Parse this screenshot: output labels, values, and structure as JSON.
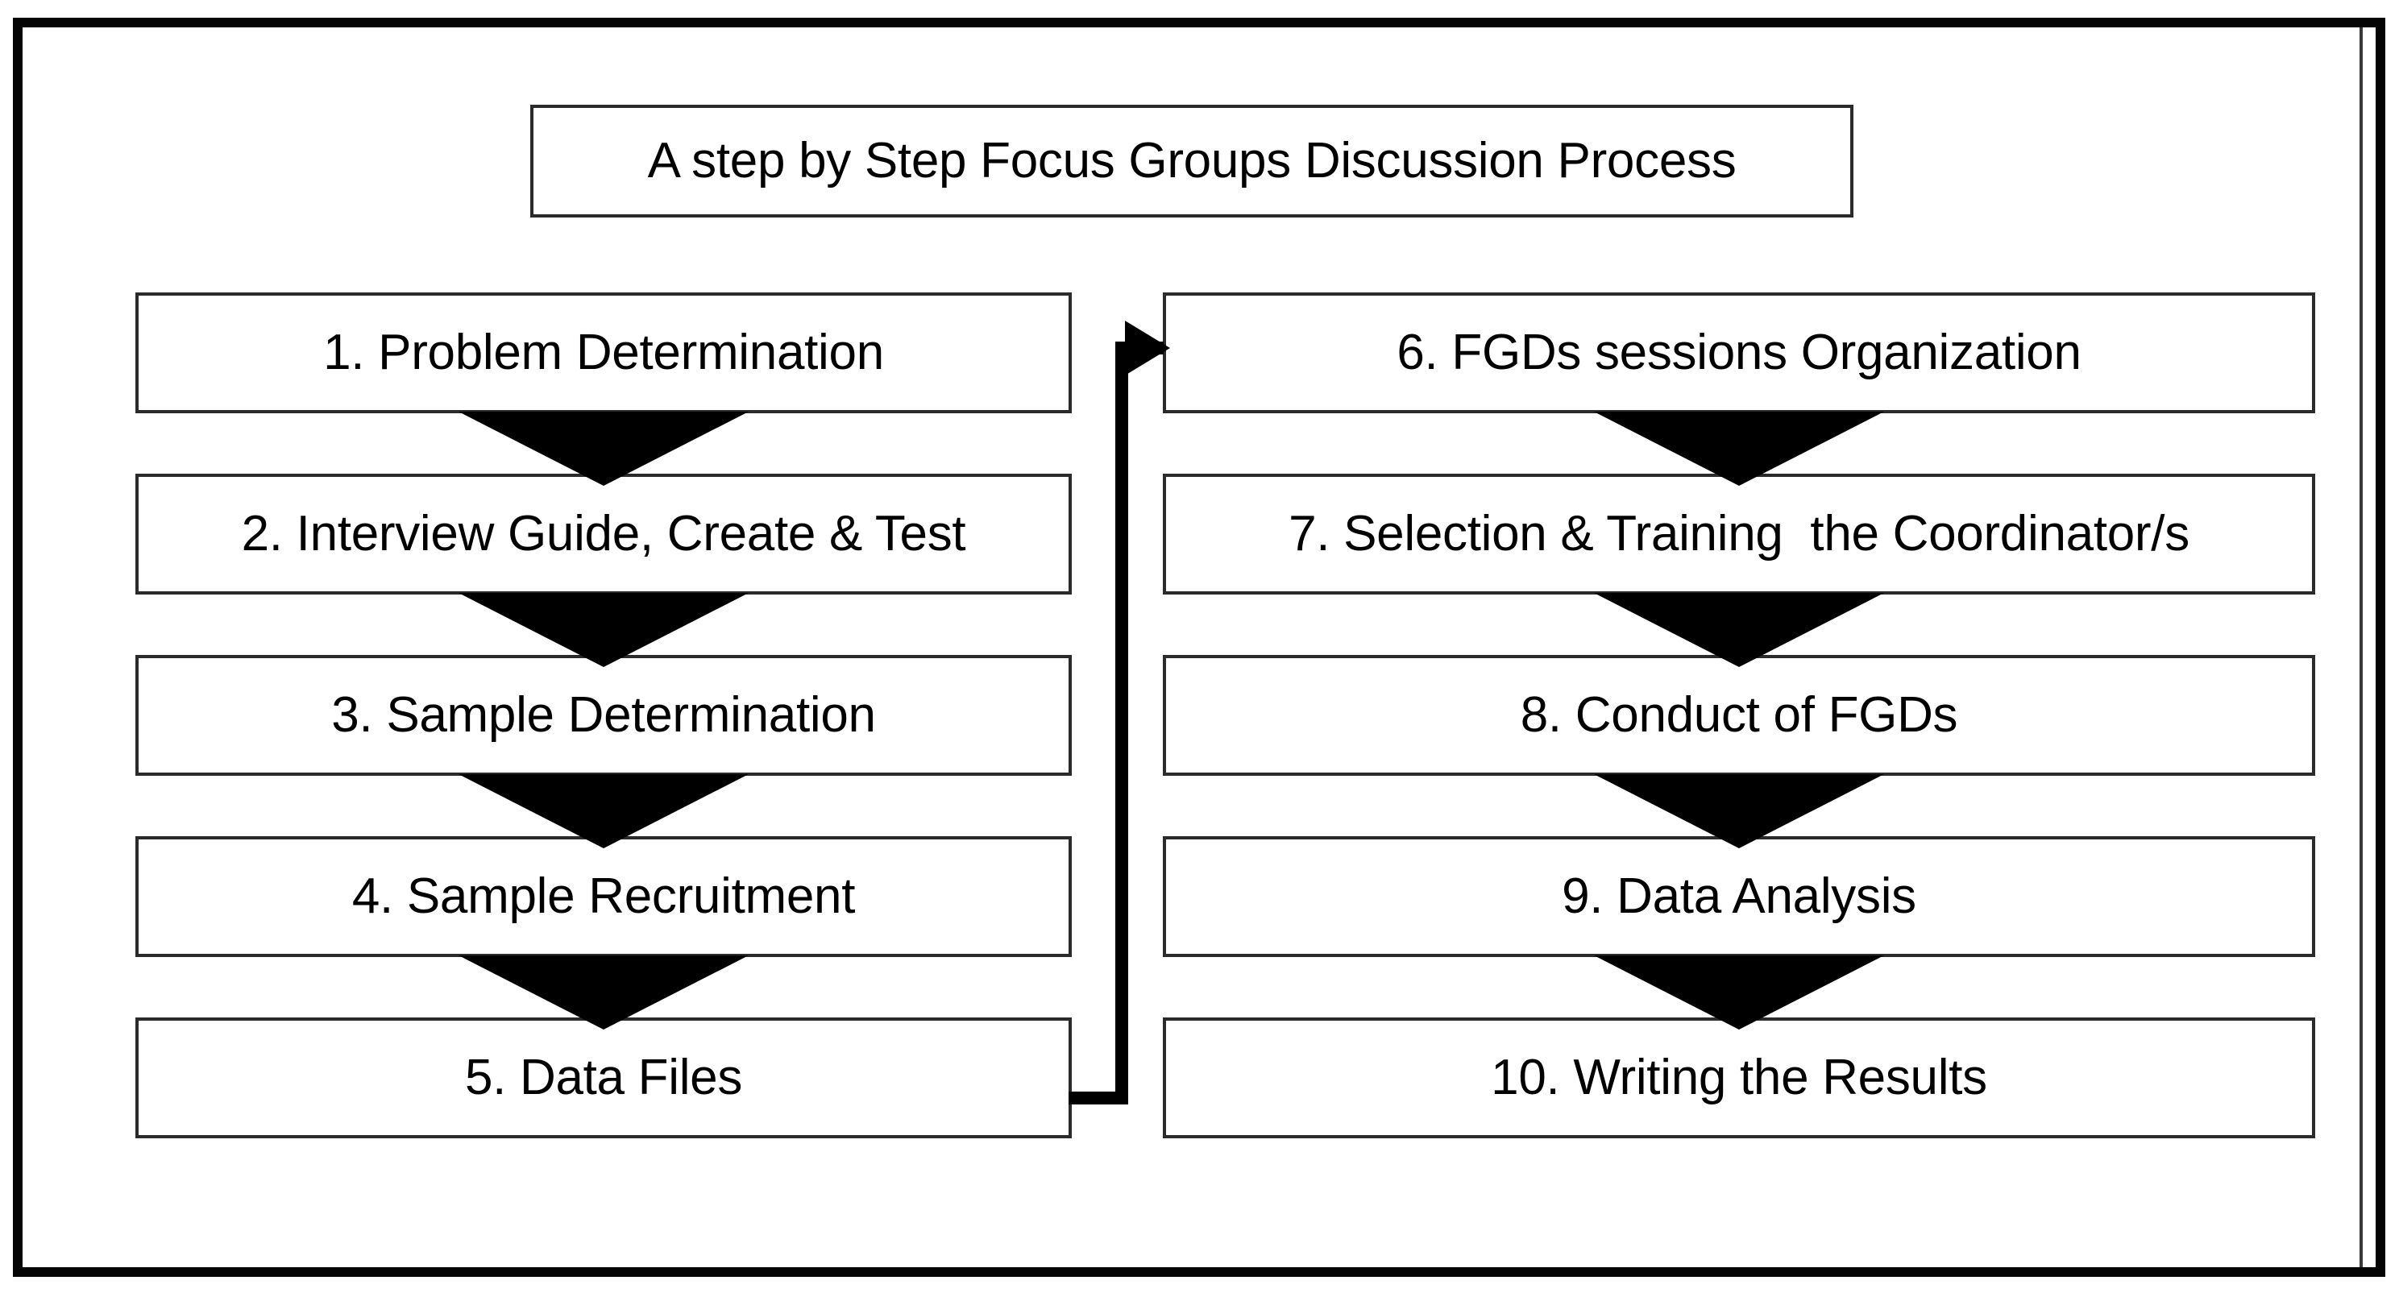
{
  "figure": {
    "title": "A step by Step Focus Groups Discussion Process",
    "frame_color": "#050505",
    "box_border_color": "#2b2b2b",
    "arrow_color": "#000000",
    "background": "#ffffff"
  },
  "chart_data": {
    "type": "diagram",
    "title": "A step by Step Focus Groups Discussion Process",
    "layout": "two-column flowchart, 5 steps per column, top-to-bottom",
    "left_column": [
      "1. Problem Determination",
      "2. Interview Guide, Create & Test",
      "3. Sample Determination",
      "4. Sample Recruitment",
      "5. Data Files"
    ],
    "right_column": [
      "6. FGDs sessions Organization",
      "7. Selection & Training  the Coordinator/s",
      "8. Conduct of FGDs",
      "9. Data Analysis",
      "10. Writing the Results"
    ],
    "connections": [
      "1 -> 2",
      "2 -> 3",
      "3 -> 4",
      "4 -> 5",
      "5 -> 6 (elbow connector, arrowhead pointing right)",
      "6 -> 7",
      "7 -> 8",
      "8 -> 9",
      "9 -> 10"
    ]
  },
  "steps": {
    "left": [
      {
        "id": "step-1",
        "label": "1. Problem Determination"
      },
      {
        "id": "step-2",
        "label": "2. Interview Guide, Create & Test"
      },
      {
        "id": "step-3",
        "label": "3. Sample Determination"
      },
      {
        "id": "step-4",
        "label": "4. Sample Recruitment"
      },
      {
        "id": "step-5",
        "label": "5. Data Files"
      }
    ],
    "right": [
      {
        "id": "step-6",
        "label": "6. FGDs sessions Organization"
      },
      {
        "id": "step-7",
        "label": "7. Selection & Training  the Coordinator/s"
      },
      {
        "id": "step-8",
        "label": "8. Conduct of FGDs"
      },
      {
        "id": "step-9",
        "label": "9. Data Analysis"
      },
      {
        "id": "step-10",
        "label": "10. Writing the Results"
      }
    ]
  }
}
